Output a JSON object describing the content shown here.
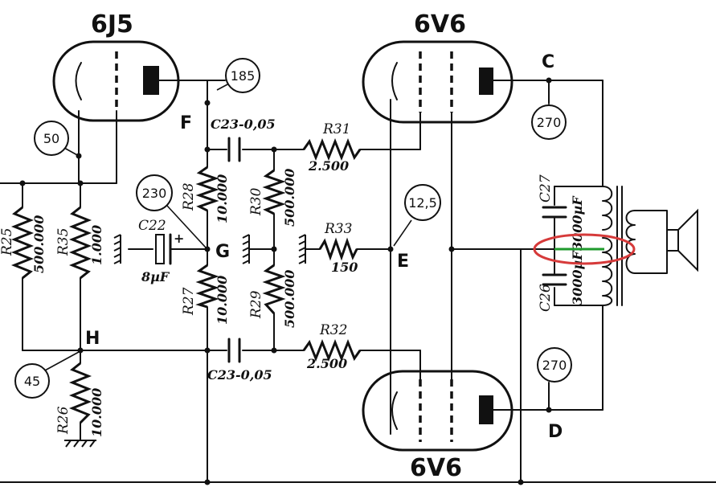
{
  "tubes": {
    "driver": "6J5",
    "output_top": "6V6",
    "output_bottom": "6V6"
  },
  "nodes": {
    "F": "F",
    "G": "G",
    "H": "H",
    "E": "E",
    "C": "C",
    "D": "D"
  },
  "voltages": {
    "v185": "185",
    "v50": "50",
    "v230": "230",
    "v45": "45",
    "v12_5": "12,5",
    "v270_top": "270",
    "v270_bottom": "270"
  },
  "components": {
    "R25": {
      "ref": "R25",
      "value": "500.000"
    },
    "R35": {
      "ref": "R35",
      "value": "1.000"
    },
    "R28": {
      "ref": "R28",
      "value": "10.000"
    },
    "R27": {
      "ref": "R27",
      "value": "10.000"
    },
    "R30": {
      "ref": "R30",
      "value": "500.000"
    },
    "R29": {
      "ref": "R29",
      "value": "500.000"
    },
    "R31": {
      "ref": "R31",
      "value": "2.500"
    },
    "R33": {
      "ref": "R33",
      "value": "150"
    },
    "R32": {
      "ref": "R32",
      "value": "2.500"
    },
    "R26": {
      "ref": "R26",
      "value": "10.000"
    },
    "C23_top": {
      "label": "C23-0,05"
    },
    "C23_bottom": {
      "label": "C23-0,05"
    },
    "C22": {
      "ref": "C22",
      "value": "8µF",
      "polarity": "+"
    },
    "C27": {
      "ref": "C27",
      "value": "3000µF"
    },
    "C26": {
      "ref": "C26",
      "value": "3000µF"
    }
  },
  "annotation": {
    "color": "#d63a3a",
    "wire_color": "#1f9a2c"
  }
}
